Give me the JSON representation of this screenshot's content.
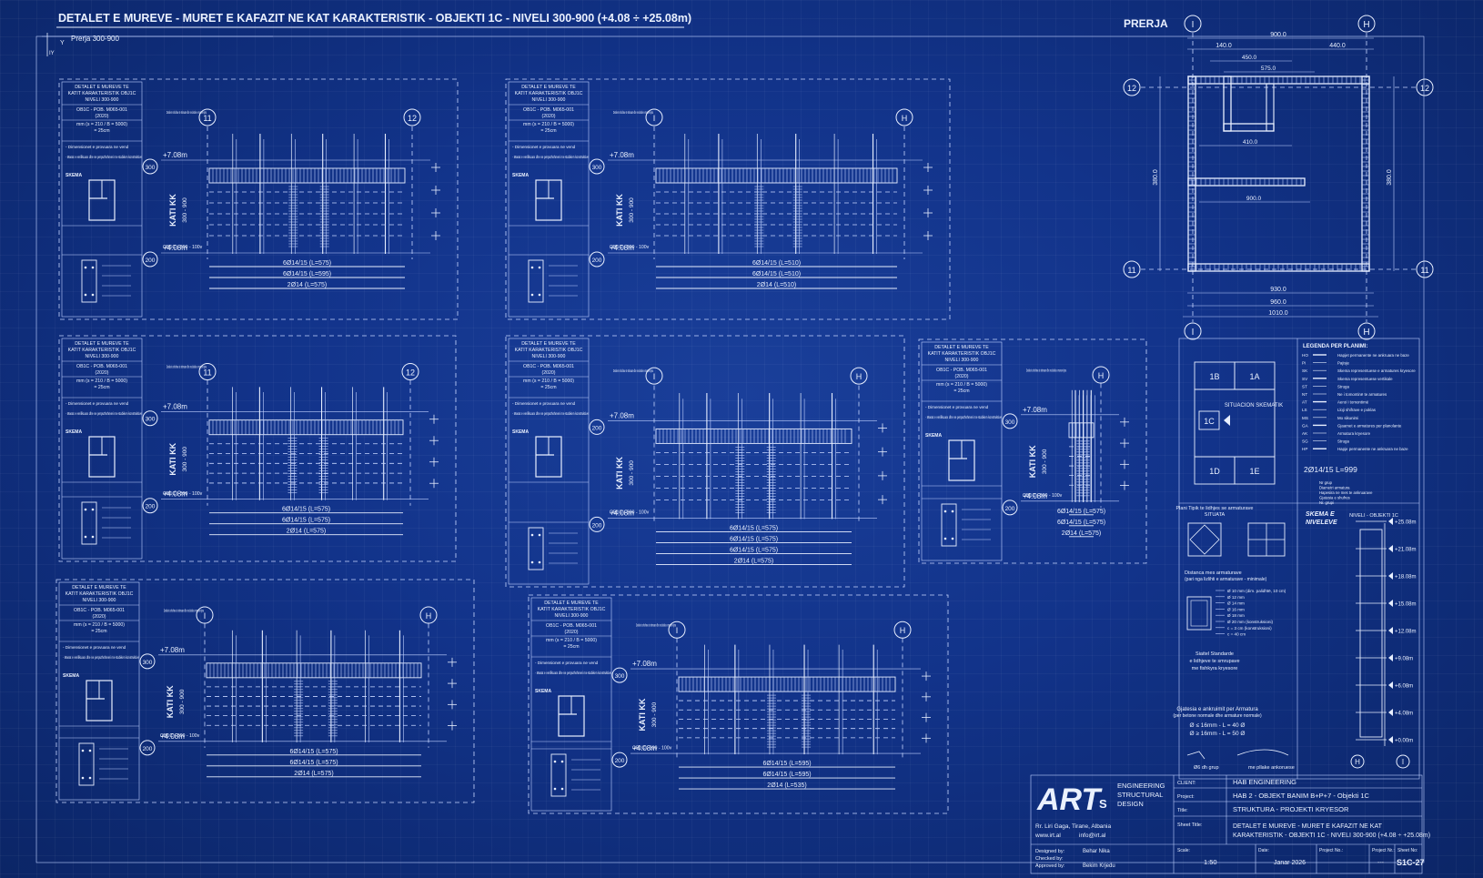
{
  "header": {
    "title": "DETALET E MUREVE - MURET E KAFAZIT NE KAT KARAKTERISTIK - OBJEKTI 1C - NIVELI 300-900  (+4.08 ÷ +25.08m)",
    "sub_label": "Prerja 300-900",
    "corner_y": "Y",
    "corner_iy": "IY"
  },
  "panels": [
    {
      "box": {
        "title1": "DETALET E MUREVE TE",
        "title2": "KATIT KARAKTERISTIK OBJ1C",
        "title3": "NIVELI 300-900",
        "r1": "OB1C - POB. M065-001",
        "r1b": "(2020)",
        "r2": "mm (s = 210 / B = 5000)",
        "r3": "= 25cm",
        "bullet1": "- Dimensionet e provuara ne vend",
        "bullet2": "- Masat e verifikuara dhe ne perputhshmeri me stabiken konstruktive",
        "skema": "SKEMA"
      },
      "note": "Detale te shufrave te stimuare dhe ne detale e mureve tjera",
      "axis_left": "11",
      "axis_right": "12",
      "lvl_top_circle": "300",
      "lvl_top": "+7.08m",
      "lvl_bot_circle": "200",
      "lvl_bot": "+4.08m",
      "kati": "KATI KK",
      "range": "300 - 900",
      "ref": "OB1C - 300 - 100v",
      "bars": [
        "6Ø14/15 (L=575)",
        "6Ø14/15 (L=595)",
        "2Ø14 (L=575)"
      ]
    },
    {
      "box": {
        "title1": "DETALET E MUREVE TE",
        "title2": "KATIT KARAKTERISTIK OBJ1C",
        "title3": "NIVELI 300-900",
        "r1": "OB1C - POB. M065-001",
        "r1b": "(2020)",
        "r2": "mm (s = 210 / B = 5000)",
        "r3": "= 25cm",
        "bullet1": "- Dimensionet e provuara ne vend",
        "bullet2": "- Masat e verifikuara dhe ne perputhshmeri me stabiken konstruktive",
        "skema": "SKEMA"
      },
      "note": "Detale te shufrave te stimuare dhe ne detale e mureve tjera",
      "axis_left": "I",
      "axis_right": "H",
      "lvl_top_circle": "300",
      "lvl_top": "+7.08m",
      "lvl_bot_circle": "200",
      "lvl_bot": "+4.08m",
      "kati": "KATI KK",
      "range": "300 - 900",
      "ref": "OB1C - 300 - 100v",
      "bars": [
        "6Ø14/15 (L=510)",
        "6Ø14/15 (L=510)",
        "2Ø14 (L=510)"
      ]
    },
    {
      "box": {
        "title1": "DETALET E MUREVE TE",
        "title2": "KATIT KARAKTERISTIK OBJ1C",
        "title3": "NIVELI 300-900",
        "r1": "OB1C - POB. M065-001",
        "r1b": "(2020)",
        "r2": "mm (s = 210 / B = 5000)",
        "r3": "= 25cm",
        "bullet1": "- Dimensionet e provuara ne vend",
        "bullet2": "- Masat e verifikuara dhe ne perputhshmeri me stabiken konstruktive",
        "skema": "SKEMA"
      },
      "note": "Detale te shufrave te stimuare dhe ne detale e mureve tjera",
      "axis_left": "11",
      "axis_right": "12",
      "lvl_top_circle": "300",
      "lvl_top": "+7.08m",
      "lvl_bot_circle": "200",
      "lvl_bot": "+4.08m",
      "kati": "KATI KK",
      "range": "300 - 900",
      "ref": "OB1C - 300 - 100v",
      "bars": [
        "6Ø14/15 (L=575)",
        "6Ø14/15 (L=575)",
        "2Ø14 (L=575)"
      ]
    },
    {
      "box": {
        "title1": "DETALET E MUREVE TE",
        "title2": "KATIT KARAKTERISTIK OBJ1C",
        "title3": "NIVELI 300-900",
        "r1": "OB1C - POB. M065-001",
        "r1b": "(2020)",
        "r2": "mm (s = 210 / B = 5000)",
        "r3": "= 25cm",
        "bullet1": "- Dimensionet e provuara ne vend",
        "bullet2": "- Masat e verifikuara dhe ne perputhshmeri me stabiken konstruktive",
        "skema": "SKEMA"
      },
      "note": "Detale te shufrave te stimuare dhe ne detale e mureve tjera",
      "axis_left": "I",
      "axis_right": "H",
      "lvl_top_circle": "200",
      "lvl_top": "+7.08m",
      "lvl_bot_circle": "200",
      "lvl_bot": "+4.08m",
      "kati": "KATI KK",
      "range": "300 - 900",
      "ref": "OB1C - 300 - 100v",
      "bars": [
        "6Ø14/15 (L=575)",
        "6Ø14/15 (L=575)",
        "6Ø14/15 (L=575)",
        "2Ø14 (L=575)"
      ]
    },
    {
      "box": {
        "title1": "DETALET E MUREVE TE",
        "title2": "KATIT KARAKTERISTIK OBJ1C",
        "title3": "NIVELI 300-900",
        "r1": "OB1C - POB. M065-001",
        "r1b": "(2020)",
        "r2": "mm (s = 210 / B = 5000)",
        "r3": "= 25cm",
        "bullet1": "- Dimensionet e provuara ne vend",
        "bullet2": "- Masat e verifikuara dhe ne perputhshmeri me stabiken konstruktive",
        "skema": "SKEMA"
      },
      "note": "Detale te shufrave te stimuare dhe ne detale e mureve tjera",
      "axis_left": "",
      "axis_right": "H",
      "lvl_top_circle": "300",
      "lvl_top": "+7.08m",
      "lvl_bot_circle": "200",
      "lvl_bot": "+4.08m",
      "kati": "KATI KK",
      "range": "300 - 900",
      "ref": "OB1C - 300 - 100v",
      "bars": [
        "6Ø14/15 (L=575)",
        "6Ø14/15 (L=575)",
        "2Ø14 (L=575)"
      ]
    },
    {
      "box": {
        "title1": "DETALET E MUREVE TE",
        "title2": "KATIT KARAKTERISTIK OBJ1C",
        "title3": "NIVELI 300-900",
        "r1": "OB1C - POB. M065-001",
        "r1b": "(2020)",
        "r2": "mm (s = 210 / B = 5000)",
        "r3": "= 25cm",
        "bullet1": "- Dimensionet e provuara ne vend",
        "bullet2": "- Masat e verifikuara dhe ne perputhshmeri me stabiken konstruktive",
        "skema": "SKEMA"
      },
      "note": "Detale te shufrave te stimuare dhe ne detale e mureve tjera",
      "axis_left": "I",
      "axis_right": "H",
      "lvl_top_circle": "300",
      "lvl_top": "+7.08m",
      "lvl_bot_circle": "200",
      "lvl_bot": "+4.08m",
      "kati": "KATI KK",
      "range": "300 - 900",
      "ref": "OB1C - 300 - 100v",
      "bars": [
        "6Ø14/15 (L=575)",
        "6Ø14/15 (L=575)",
        "2Ø14 (L=575)"
      ]
    },
    {
      "box": {
        "title1": "DETALET E MUREVE TE",
        "title2": "KATIT KARAKTERISTIK OBJ1C",
        "title3": "NIVELI 300-900",
        "r1": "OB1C - POB. M065-001",
        "r1b": "(2020)",
        "r2": "mm (s = 210 / B = 5000)",
        "r3": "= 25cm",
        "bullet1": "- Dimensionet e provuara ne vend",
        "bullet2": "- Masat e verifikuara dhe ne perputhshmeri me stabiken konstruktive",
        "skema": "SKEMA"
      },
      "note": "Detale te shufrave te stimuare dhe ne detale e mureve tjera",
      "axis_left": "I",
      "axis_right": "H",
      "lvl_top_circle": "300",
      "lvl_top": "+7.08m",
      "lvl_bot_circle": "200",
      "lvl_bot": "+4.08m",
      "kati": "KATI KK",
      "range": "300 - 900",
      "ref": "OB1C - 300 - 100v",
      "bars": [
        "6Ø14/15 (L=595)",
        "6Ø14/15 (L=595)",
        "2Ø14 (L=535)"
      ]
    }
  ],
  "plan": {
    "title": "PRERJA",
    "axis_top_left": "I",
    "axis_top_right": "H",
    "axis_bottom_left": "I",
    "axis_bottom_right": "H",
    "axis_left_top": "12",
    "axis_left_bottom": "11",
    "axis_right_top": "12",
    "axis_right_bottom": "11",
    "dims_top": [
      "900.0",
      "140.0",
      "440.0",
      "450.0",
      "575.0"
    ],
    "dims_inner": [
      "410.0",
      "900.0"
    ],
    "dims_bottom": [
      "930.0",
      "960.0",
      "1010.0"
    ],
    "dims_side_left": "380.0",
    "dims_side_right": "380.0"
  },
  "legend": {
    "title": "LEGENDA PER PLANIMI:",
    "items": [
      "Hapjet permanente ne ankruara ne baze",
      "Pajisje",
      "Skema representuese e armatures kryesore",
      "Skema representuese vertikale",
      "Struga",
      "Ne i tomontinë te armatures",
      "Aeroi i tomontimë",
      "Lloji shifrave e poklas",
      "Mo sikunimi",
      "Gjaamet e armatures per planolante",
      "Armatura kryesore",
      "Struga",
      "Hapje permanente ne ankruara ne baze"
    ],
    "codes": [
      "HO",
      "PI",
      "SK",
      "SV",
      "ST",
      "NT",
      "AT",
      "LS",
      "MS",
      "GA",
      "AK",
      "SG",
      "HP"
    ],
    "bar_example": "2Ø14/15 L=999",
    "bar_notes": [
      "Nr grup",
      "Diametri armatura",
      "Hapesira ne mes te ankruarave",
      "Gjatesia e shufres",
      "Nr. grupi"
    ]
  },
  "situation": {
    "cells": [
      "1B",
      "1A",
      "1C",
      "1D",
      "1E"
    ],
    "label": "SITUACION SKEMATIK"
  },
  "typical": {
    "title1": "Plani Tipik te lidhjes se armaturave",
    "title2": "SITUATA",
    "dist1": "Distanca mes armaturave",
    "dist2": "(pari nga lizlihti e armaturave - minimale)",
    "dist_lines": [
      "Ø 10 mm (dim. palidhtë, 10 cm)",
      "Ø 12 mm",
      "Ø 14 mm",
      "Ø 16 mm",
      "Ø 18 mm",
      "Ø 20 mm (konstruksioni)",
      "c = 3 cm (konstruksioni)",
      "c = 40 cm"
    ],
    "std1": "Siaitel Standarde",
    "std2": "e lidhjeve te smrupave",
    "std3": "me fishkyra kryesore",
    "anch1": "Gjatesia e ankruimit per Armatura",
    "anch2": "(per betone normale dhe armature normale)",
    "anch_a": "Ø ≤ 16mm  -  L = 40 Ø",
    "anch_b": "Ø ≥ 16mm  -  L = 50 Ø",
    "foot_a": "Ø6 dh grup",
    "foot_b": "me pllake ankoruese"
  },
  "levels": {
    "title1": "SKEMA E",
    "title2": "NIVELEVE",
    "chart_title": "NIVELI - OBJEKTI 1C",
    "values": [
      "+25.08m",
      "+21.08m",
      "+18.08m",
      "+15.08m",
      "+12.08m",
      "+9.08m",
      "+6.08m",
      "+4.08m",
      "+0.00m"
    ],
    "axis_left": "H",
    "axis_right": "I"
  },
  "titleblock": {
    "logo": "ART",
    "logo_sub": "S",
    "firm_l1": "ENGINEERING",
    "firm_l2": "STRUCTURAL",
    "firm_l3": "DESIGN",
    "address": "Rr. Liri Gaga, Tirane, Albania",
    "web": "www.irt.al",
    "email": "info@irt.al",
    "designed_label": "Designed by:",
    "designed": "Behar Nika",
    "checked_label": "Checked by:",
    "approved_label": "Approved by:",
    "approved": "Bekim Krjedu",
    "client_label": "CLIENT:",
    "client": "HAB ENGINEERING",
    "project_label": "Project:",
    "project": "HAB 2 - OBJEKT BANIM B+P+7 - Objekti 1C",
    "title_label": "Title:",
    "title": "STRUKTURA - PROJEKTI KRYESOR",
    "sheet_title_label": "Sheet Title:",
    "sheet_title1": "DETALET E MUREVE - MURET E KAFAZIT NE KAT",
    "sheet_title2": "KARAKTERISTIK - OBJEKTI 1C - NIVELI 300-900 (+4.08 ÷ +25.08m)",
    "scale_label": "Scale:",
    "scale": "1:50",
    "date_label": "Date:",
    "date": "Janar 2026",
    "projno_label": "Project No.:",
    "projno": "",
    "projnr_label": "Project Nr.:",
    "projnr": "---",
    "sheetno_label": "Sheet No:",
    "sheetno": "S1C-27"
  },
  "colors": {
    "background": "#12338a",
    "line": "#e8efff"
  }
}
